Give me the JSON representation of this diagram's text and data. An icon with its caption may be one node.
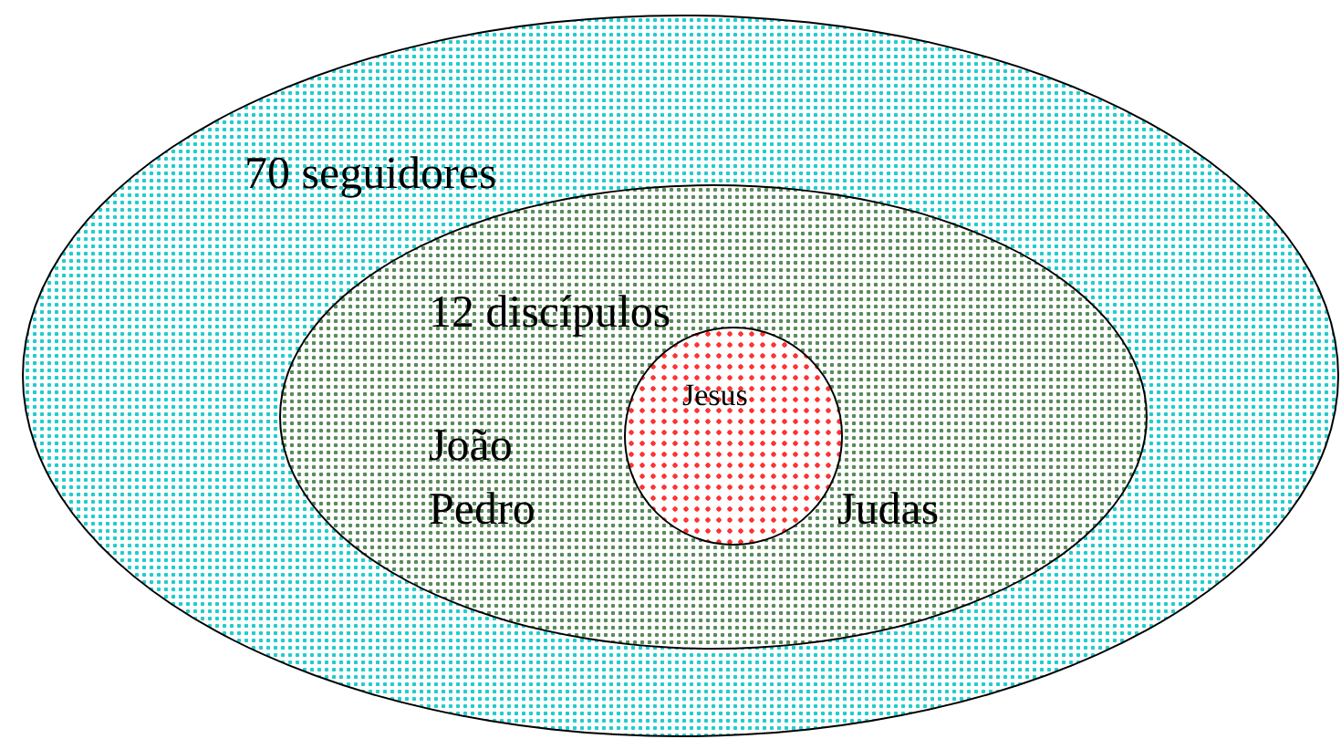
{
  "diagram": {
    "nodes": [
      {
        "text": [
          "70 seguidores"
        ]
      },
      {
        "text": [
          "12 discípulos"
        ],
        "in": 0
      },
      {
        "text": [
          "Jesus"
        ],
        "in": 1
      }
    ],
    "labels": [
      "João",
      "Pedro",
      "Judas"
    ]
  }
}
